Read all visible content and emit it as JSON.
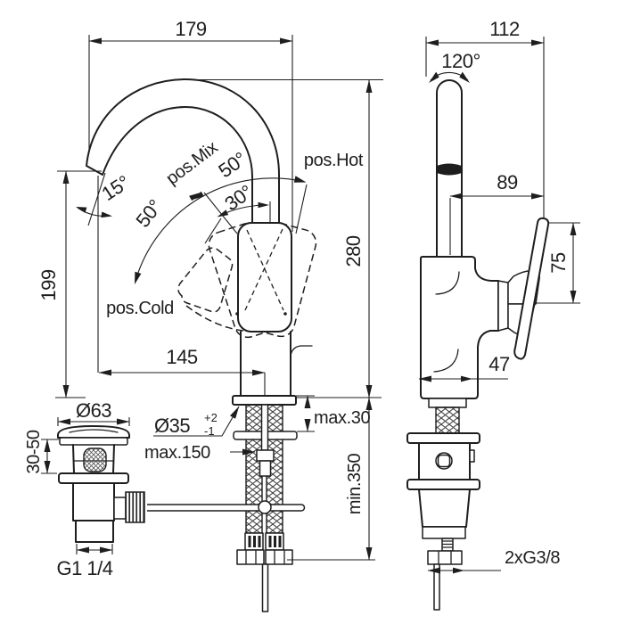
{
  "colors": {
    "line": "#1e1e1e",
    "background": "#ffffff"
  },
  "front_view": {
    "spout_reach": "179",
    "spout_height": "199",
    "overall_height": "280",
    "outlet_to_axis": "145",
    "spout_angle": "15°",
    "swing_left": "50°",
    "swing_top": "50°",
    "hot_angle": "30°",
    "pos_mix": "pos.Mix",
    "pos_hot": "pos.Hot",
    "pos_cold": "pos.Cold",
    "hole_dia": "Ø35",
    "hole_tol_plus": "+2",
    "hole_tol_minus": "-1",
    "deck_max": "max.30",
    "rod_max": "max.150",
    "hose_min": "min.350",
    "drain_cap_dia": "Ø63",
    "drain_deck_range": "30-50",
    "drain_thread": "G1 1/4"
  },
  "side_view": {
    "depth": "112",
    "swivel_angle": "120°",
    "outlet_offset": "89",
    "handle_height": "75",
    "body_depth": "47",
    "supply_thread": "2xG3/8"
  }
}
